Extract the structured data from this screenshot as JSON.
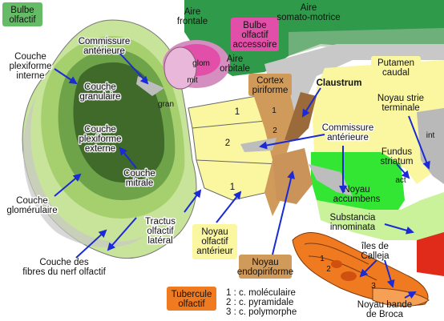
{
  "labels": {
    "bulbe_olfactif": [
      "Bulbe",
      "olfactif"
    ],
    "couche_plexiforme_interne": [
      "Couche",
      "plexiforme",
      "interne"
    ],
    "commissure_anterieure_top": [
      "Commissure",
      "antérieure"
    ],
    "couche_granulaire": [
      "Couche",
      "granulaire"
    ],
    "couche_plexiforme_externe": [
      "Couche",
      "plexiforme",
      "externe"
    ],
    "couche_mitrale": [
      "Couche",
      "mitrale"
    ],
    "couche_glomerulaire": [
      "Couche",
      "glomérulaire"
    ],
    "couche_fibres": [
      "Couche des",
      "fibres du nerf olfactif"
    ],
    "aire_frontale": [
      "Aire",
      "frontale"
    ],
    "aire_somato_motrice": [
      "Aire",
      "somato-motrice"
    ],
    "bulbe_olfactif_accessoire": [
      "Bulbe",
      "olfactif",
      "accessoire"
    ],
    "glom": "glom",
    "mit": "mit",
    "gran": "gran",
    "aire_orbitale": [
      "Aire",
      "orbitale"
    ],
    "cortex_piriforme": [
      "Cortex",
      "piriforme"
    ],
    "claustrum": "Claustrum",
    "putamen_caudal": [
      "Putamen",
      "caudal"
    ],
    "noyau_strie_terminale": [
      "Noyau strie",
      "terminale"
    ],
    "commissure_anterieure_mid": [
      "Commissure",
      "antérieure"
    ],
    "fundus_striatum": [
      "Fundus",
      "striatum"
    ],
    "int": "int",
    "act": "act",
    "noyau_accumbens": [
      "Noyau",
      "accumbens"
    ],
    "substancia_innominata": [
      "Substancia",
      "innominata"
    ],
    "iles_calleja": [
      "îles de",
      "Calleja"
    ],
    "tractus_olfactif_lateral": [
      "Tractus",
      "olfactif",
      "latéral"
    ],
    "noyau_olfactif_anterieur": [
      "Noyau",
      "olfactif",
      "antérieur"
    ],
    "noyau_endopiriforme": [
      "Noyau",
      "endopiriforme"
    ],
    "tubercule_olfactif": [
      "Tubercule",
      "olfactif"
    ],
    "noyau_bande_broca": [
      "Noyau bande",
      "de Broca"
    ],
    "num_1": "1",
    "num_2": "2",
    "num_3": "3"
  },
  "legend": [
    "1 : c. moléculaire",
    "2 : c. pyramidale",
    "3 : c. polymorphe"
  ],
  "colors": {
    "bulb_light": "#c8e39a",
    "bulb_mid": "#a6cf6e",
    "bulb_dark": "#6ea34a",
    "bulb_core": "#3f6a2a",
    "cortex_green": "#2f9a4a",
    "accessory_pink": "#e24fa8",
    "piriform_tan": "#d09a5a",
    "claustrum_brown": "#9a6a3a",
    "aon_yellow": "#fbf7a0",
    "putamen_yellow": "#fbf7a0",
    "accumbens_green": "#33e633",
    "innominata_green": "#c9f29a",
    "tubercle_orange": "#f07a20",
    "grey_matter": "#c8c8c8",
    "red_block": "#e02a1a",
    "arrow_blue": "#1a2ad6"
  }
}
